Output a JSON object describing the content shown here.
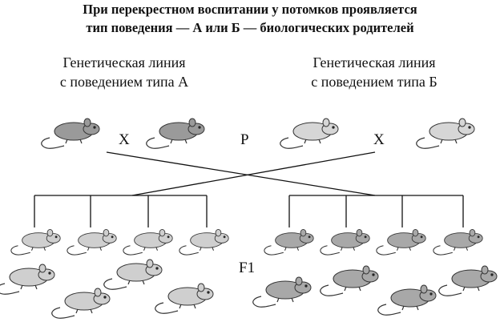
{
  "title": {
    "line1": "При перекрестном воспитании у потомков проявляется",
    "line2": "тип поведения — А или Б — биологических родителей"
  },
  "lines": {
    "a": {
      "line1": "Генетическая линия",
      "line2": "с поведением типа А"
    },
    "b": {
      "line1": "Генетическая линия",
      "line2": "с поведением типа Б"
    }
  },
  "symbols": {
    "cross": "X",
    "parents": "P",
    "offspring": "F1"
  },
  "colors": {
    "strain_a": "#9a9a9a",
    "strain_b": "#d6d6d6",
    "offspring_a": "#cfcfcf",
    "offspring_b": "#a8a8a8",
    "outline": "#333333"
  }
}
